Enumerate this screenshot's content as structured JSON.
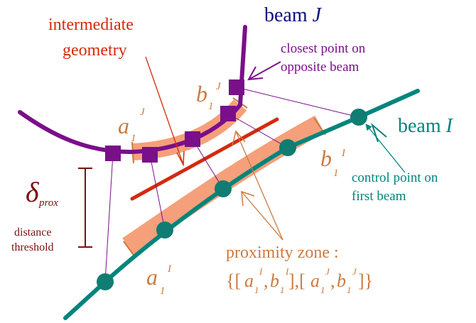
{
  "colors": {
    "beam_j": "#7a0f8a",
    "beam_i": "#00857c",
    "beam_i_node": "#0f7d72",
    "intermediate": "#d42a0c",
    "zone": "#f5a07a",
    "zone_text": "#cc7a3f",
    "delta": "#7a1010",
    "beam_j_label": "#0e0e7a",
    "thin_link": "#7a0f8a",
    "arrow_pointer": "#d0301a"
  },
  "labels": {
    "beam_j": {
      "prefix": "beam ",
      "var": "J"
    },
    "beam_i": {
      "prefix": "beam ",
      "var": "I"
    },
    "intermediate_line1": "intermediate",
    "intermediate_line2": "geometry",
    "closest_line1": "closest point on",
    "closest_line2": "opposite beam",
    "control_line1": "control point on",
    "control_line2": "first beam",
    "proximity_zone": "proximity zone :",
    "distance_line1": "distance",
    "distance_line2": "threshold",
    "delta_symbol": "δ",
    "delta_sub": "prox",
    "a1J": {
      "base": "a",
      "sub": "1",
      "sup": "J"
    },
    "b1J": {
      "base": "b",
      "sub": "1",
      "sup": "J"
    },
    "a1I": {
      "base": "a",
      "sub": "1",
      "sup": "I"
    },
    "b1I": {
      "base": "b",
      "sub": "1",
      "sup": "I"
    },
    "set_open": "{[",
    "set_a1": "a",
    "set_sub1": "1",
    "set_supI": "I",
    "set_comma1": ",",
    "set_b1": "b",
    "set_sub2": "1",
    "set_supI2": "I",
    "set_mid": "],[",
    "set_a2": "a",
    "set_sub3": "1",
    "set_supJ": "J",
    "set_comma2": ",",
    "set_b2": "b",
    "set_sub4": "1",
    "set_supJ2": "J",
    "set_close": "]}"
  }
}
